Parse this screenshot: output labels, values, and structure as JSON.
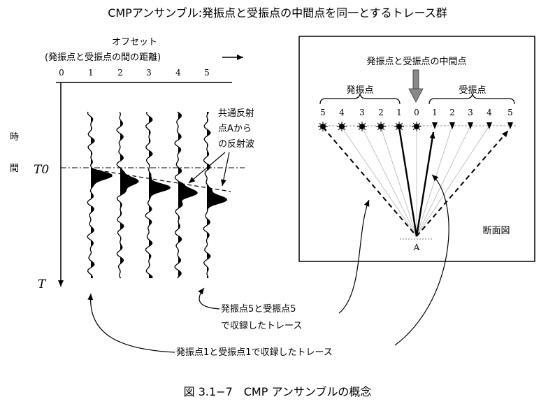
{
  "title": "CMPアンサンブル:発振点と受振点の中間点を同一とするトレース群",
  "caption": "図 3.1−7　CMP アンサンブルの概念",
  "left_panel": {
    "offset_label": "オフセット",
    "offset_sublabel": "(発振点と受振点の間の距離)",
    "offset_ticks": [
      "0",
      "1",
      "2",
      "3",
      "4",
      "5"
    ],
    "time_label_1": "時",
    "time_label_2": "間",
    "t0_label": "T0",
    "t_label": "T",
    "reflection_note": [
      "共通反射",
      "点Aから",
      "の反射波"
    ]
  },
  "right_panel": {
    "midpoint_label": "発振点と受振点の中間点",
    "source_group_label": "発振点",
    "receiver_group_label": "受振点",
    "source_numbers": [
      "5",
      "4",
      "3",
      "2",
      "1"
    ],
    "midpoint_number": "0",
    "receiver_numbers": [
      "1",
      "2",
      "3",
      "4",
      "5"
    ],
    "reflector_label": "A",
    "section_label": "断面図"
  },
  "annotations": {
    "trace5_note": [
      "発振点5と受振点5",
      "で収録したトレース"
    ],
    "trace1_note": "発振点1と受振点1で収録したトレース"
  }
}
